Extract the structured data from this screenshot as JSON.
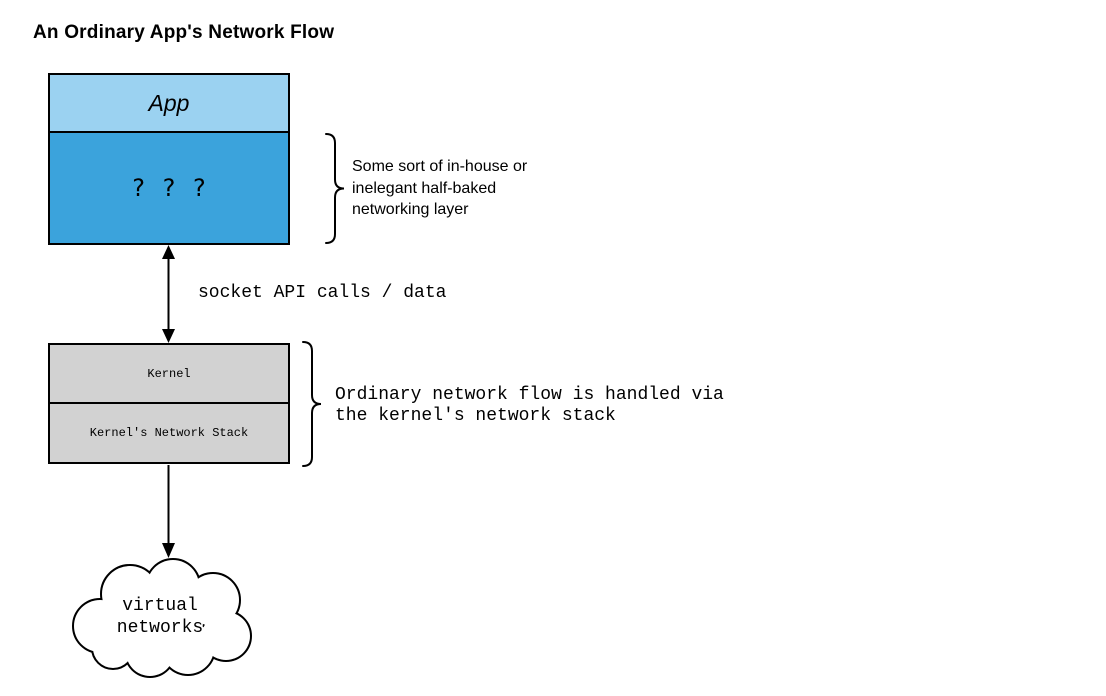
{
  "title": "An Ordinary App's Network Flow",
  "colors": {
    "app_fill": "#9BD2F1",
    "unknown_fill": "#3BA3DC",
    "kernel_fill": "#D2D2D2",
    "stroke": "#000000",
    "background": "#FFFFFF"
  },
  "app_stack": {
    "app_label": "App",
    "unknown_label": "? ? ?"
  },
  "app_brace_note": {
    "lines": [
      "Some sort of in-house or",
      "inelegant half-baked",
      "networking layer"
    ]
  },
  "socket_arrow": {
    "label": "socket API calls / data"
  },
  "kernel_stack": {
    "kernel_label": "Kernel",
    "stack_label": "Kernel's Network Stack"
  },
  "kernel_brace_note": {
    "lines": [
      "Ordinary network flow is handled via",
      "the kernel's network stack"
    ]
  },
  "cloud": {
    "lines": [
      "virtual",
      "networks"
    ]
  }
}
